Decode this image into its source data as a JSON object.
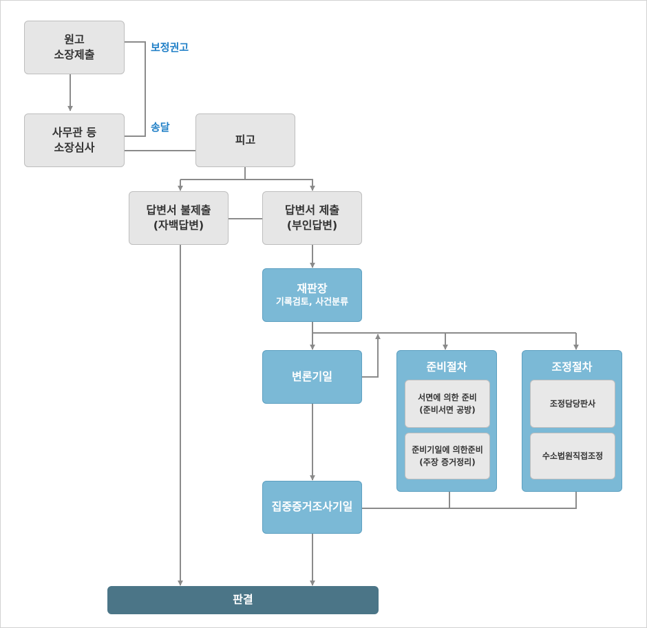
{
  "nodes": {
    "complaint": {
      "line1": "원고",
      "line2": "소장제출"
    },
    "review": {
      "line1": "사무관 등",
      "line2": "소장심사"
    },
    "defendant": {
      "label": "피고"
    },
    "no_answer": {
      "line1": "답변서 불제출",
      "line2": "(자백답변)"
    },
    "answer": {
      "line1": "답변서 제출",
      "line2": "(부인답변)"
    },
    "judge": {
      "title": "재판장",
      "subtitle": "기록검토, 사건분류"
    },
    "hearing": {
      "label": "변론기일"
    },
    "evidence_hearing": {
      "label": "집중증거조사기일"
    },
    "verdict": {
      "label": "판결"
    }
  },
  "notes": {
    "correction": "보정권고",
    "delivery": "송달"
  },
  "panels": {
    "preparation": {
      "title": "준비절차",
      "items": [
        {
          "line1": "서면에 의한 준비",
          "line2": "(준비서면 공방)"
        },
        {
          "line1": "준비기일에 의한준비",
          "line2": "(주장 증거정리)"
        }
      ]
    },
    "mediation": {
      "title": "조정절차",
      "items": [
        {
          "line1": "조정담당판사"
        },
        {
          "line1": "수소법원직접조정"
        }
      ]
    }
  },
  "colors": {
    "box_gray": "#e6e6e6",
    "box_blue": "#7bb9d6",
    "verdict": "#4b7587",
    "note_text": "#1f7fc7",
    "line": "#8a8a8a"
  }
}
